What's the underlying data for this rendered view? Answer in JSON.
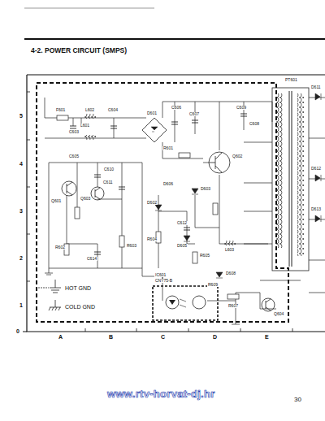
{
  "diagram": {
    "title": "4-2. POWER CIRCUIT (SMPS)",
    "labels": [
      "PT601",
      "F601",
      "L601",
      "L602",
      "C604",
      "C606",
      "C607",
      "C609",
      "D601",
      "R601",
      "C603",
      "C605",
      "C610",
      "C611",
      "Q603",
      "Q601",
      "R602",
      "C614",
      "R603",
      "D602",
      "R604",
      "Q602",
      "D603",
      "C612",
      "D605",
      "R605",
      "L603",
      "C608",
      "IC601",
      "CNY75-B",
      "D606",
      "D608",
      "R609",
      "R607",
      "Q604",
      "D611",
      "D612",
      "D613",
      "5",
      "4",
      "3",
      "2",
      "1",
      "0",
      "A",
      "B",
      "C",
      "D",
      "E",
      "www.rtv-horvat-dj.hr",
      "30"
    ],
    "legend": [
      {
        "text": "HOT GND"
      },
      {
        "text": "COLD GND"
      }
    ]
  }
}
